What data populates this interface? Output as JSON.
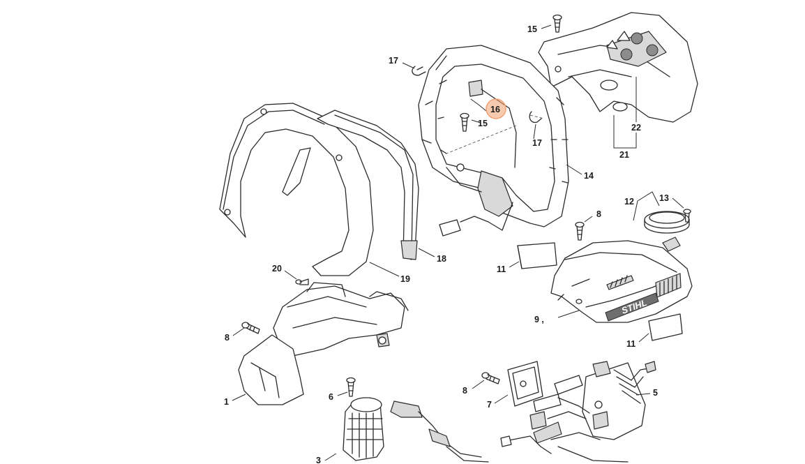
{
  "diagram": {
    "highlight_color": "#f0a070",
    "callouts": [
      {
        "id": "c15a",
        "label": "15"
      },
      {
        "id": "c17a",
        "label": "17"
      },
      {
        "id": "c16",
        "label": "16",
        "highlighted": true
      },
      {
        "id": "c15b",
        "label": "15"
      },
      {
        "id": "c17b",
        "label": "17"
      },
      {
        "id": "c14",
        "label": "14"
      },
      {
        "id": "c22",
        "label": "22"
      },
      {
        "id": "c21",
        "label": "21"
      },
      {
        "id": "c12",
        "label": "12"
      },
      {
        "id": "c13",
        "label": "13"
      },
      {
        "id": "c8a",
        "label": "8"
      },
      {
        "id": "c18",
        "label": "18"
      },
      {
        "id": "c19",
        "label": "19"
      },
      {
        "id": "c20",
        "label": "20"
      },
      {
        "id": "c11a",
        "label": "11"
      },
      {
        "id": "c9",
        "label": "9 ,"
      },
      {
        "id": "c11b",
        "label": "11"
      },
      {
        "id": "c8b",
        "label": "8"
      },
      {
        "id": "c1",
        "label": "1"
      },
      {
        "id": "c6",
        "label": "6"
      },
      {
        "id": "c8c",
        "label": "8"
      },
      {
        "id": "c7",
        "label": "7"
      },
      {
        "id": "c5",
        "label": "5"
      },
      {
        "id": "c3",
        "label": "3"
      }
    ],
    "brand_logo_text": "STIHL"
  }
}
